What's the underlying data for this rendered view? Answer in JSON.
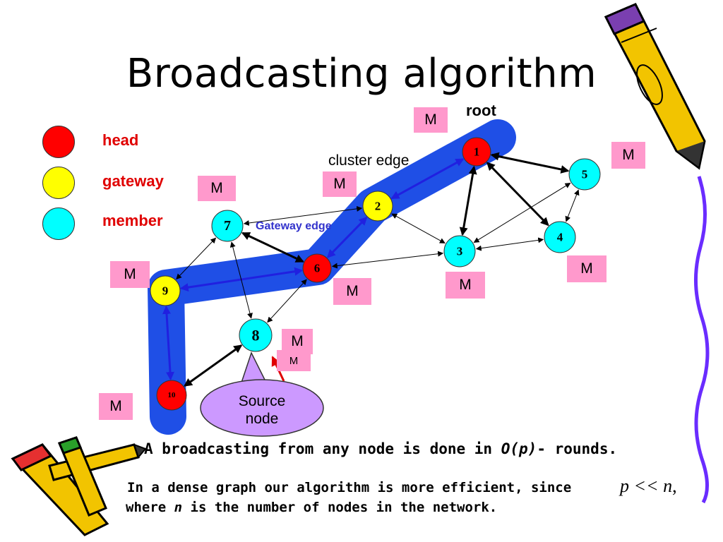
{
  "title": "Broadcasting algorithm",
  "legend": [
    {
      "label": "head",
      "color": "#ff0000"
    },
    {
      "label": "gateway",
      "color": "#ffff00"
    },
    {
      "label": "member",
      "color": "#00ffff"
    }
  ],
  "labels": {
    "root": "root",
    "cluster_edge": "cluster edge",
    "gateway_edge": "Gateway edge",
    "source_node": "Source node"
  },
  "nodes": [
    {
      "id": "1",
      "type": "head"
    },
    {
      "id": "2",
      "type": "gateway"
    },
    {
      "id": "3",
      "type": "member"
    },
    {
      "id": "4",
      "type": "member"
    },
    {
      "id": "5",
      "type": "member"
    },
    {
      "id": "6",
      "type": "head"
    },
    {
      "id": "7",
      "type": "member"
    },
    {
      "id": "8",
      "type": "member"
    },
    {
      "id": "9",
      "type": "gateway"
    },
    {
      "id": "10",
      "type": "head"
    }
  ],
  "edges": [
    {
      "from": "1",
      "to": "2",
      "kind": "broadcast"
    },
    {
      "from": "2",
      "to": "6",
      "kind": "broadcast"
    },
    {
      "from": "6",
      "to": "9",
      "kind": "broadcast"
    },
    {
      "from": "9",
      "to": "10",
      "kind": "broadcast"
    },
    {
      "from": "1",
      "to": "5",
      "kind": "cluster"
    },
    {
      "from": "1",
      "to": "4",
      "kind": "cluster"
    },
    {
      "from": "1",
      "to": "3",
      "kind": "cluster"
    },
    {
      "from": "6",
      "to": "7",
      "kind": "cluster"
    },
    {
      "from": "10",
      "to": "8",
      "kind": "cluster"
    },
    {
      "from": "7",
      "to": "2",
      "kind": "plain"
    },
    {
      "from": "2",
      "to": "3",
      "kind": "plain"
    },
    {
      "from": "6",
      "to": "3",
      "kind": "plain"
    },
    {
      "from": "3",
      "to": "4",
      "kind": "plain"
    },
    {
      "from": "5",
      "to": "4",
      "kind": "plain"
    },
    {
      "from": "3",
      "to": "5",
      "kind": "plain"
    },
    {
      "from": "7",
      "to": "9",
      "kind": "plain"
    },
    {
      "from": "7",
      "to": "8",
      "kind": "plain"
    },
    {
      "from": "8",
      "to": "6",
      "kind": "plain"
    }
  ],
  "message_marker": "M",
  "message_marker_partial": "M",
  "bullet1": {
    "before": "A broadcasting from any node is done in ",
    "complexity": "O(p)",
    "after": "- rounds."
  },
  "bullet2": {
    "line1": "In a dense graph our algorithm is more efficient, since",
    "formula": "p << n",
    "formula_suffix": ",",
    "line2_before": "where ",
    "line2_var": "n",
    "line2_after": " is the number of nodes in the network."
  },
  "colors": {
    "highlight": "#1f4fe6",
    "broadcast_arrow": "#2020e0",
    "gateway_edge_label": "#3333cc",
    "message_box": "#ff99cc",
    "source_bubble": "#cc99ff",
    "red_arrow": "#e00000"
  }
}
